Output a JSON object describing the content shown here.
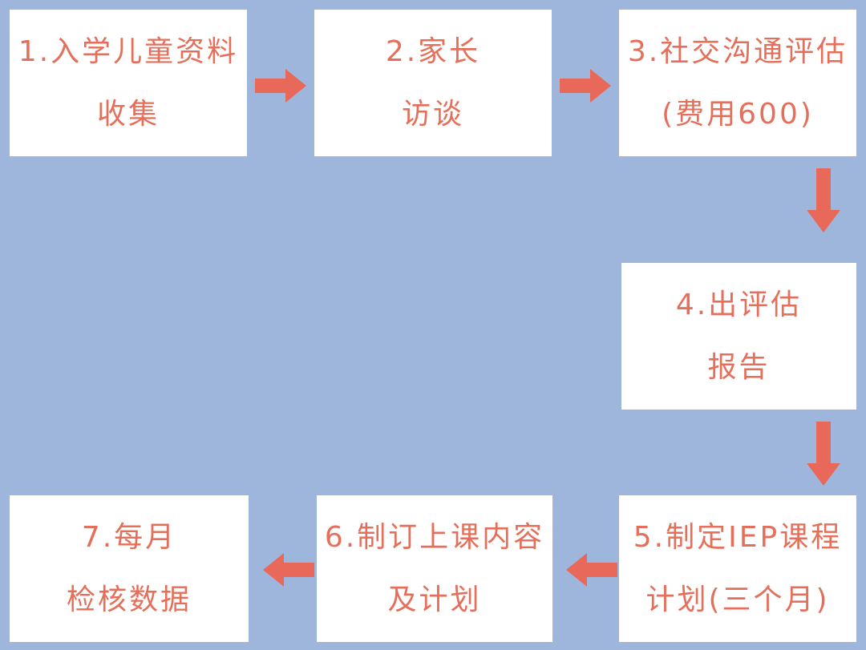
{
  "steps": [
    {
      "line1": "1.入学儿童资料",
      "line2": "收集"
    },
    {
      "line1": "2.家长",
      "line2": "访谈"
    },
    {
      "line1": "3.社交沟通评估",
      "line2": "(费用600)"
    },
    {
      "line1": "4.出评估",
      "line2": "报告"
    },
    {
      "line1": "5.制定IEP课程",
      "line2": "计划(三个月)"
    },
    {
      "line1": "6.制订上课内容",
      "line2": "及计划"
    },
    {
      "line1": "7.每月",
      "line2": "检核数据"
    }
  ],
  "colors": {
    "background": "#9fb6dc",
    "box": "#ffffff",
    "text": "#e46f5a",
    "arrow": "#e8695a"
  }
}
